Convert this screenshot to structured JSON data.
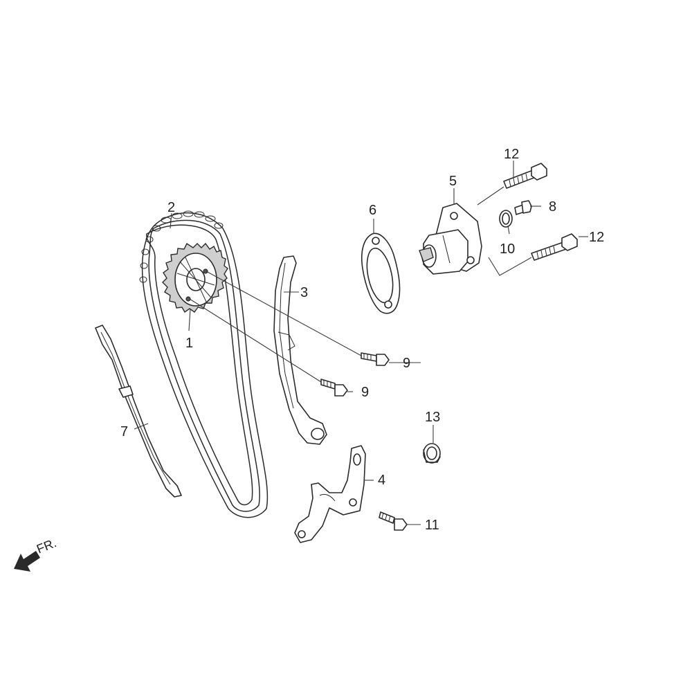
{
  "callouts": [
    {
      "id": "1",
      "part": "cam-sprocket"
    },
    {
      "id": "2",
      "part": "cam-chain"
    },
    {
      "id": "3",
      "part": "chain-tensioner-arm"
    },
    {
      "id": "4",
      "part": "tensioner-bracket"
    },
    {
      "id": "5",
      "part": "cam-chain-tensioner-lifter"
    },
    {
      "id": "6",
      "part": "lifter-gasket"
    },
    {
      "id": "7",
      "part": "chain-guide"
    },
    {
      "id": "8",
      "part": "sealing-bolt"
    },
    {
      "id": "9a",
      "label": "9",
      "part": "sprocket-bolt"
    },
    {
      "id": "9b",
      "label": "9",
      "part": "sprocket-bolt"
    },
    {
      "id": "10",
      "part": "o-ring"
    },
    {
      "id": "11",
      "part": "bracket-bolt"
    },
    {
      "id": "12a",
      "label": "12",
      "part": "lifter-bolt"
    },
    {
      "id": "12b",
      "label": "12",
      "part": "lifter-bolt"
    },
    {
      "id": "13",
      "part": "pivot-collar"
    }
  ],
  "labels": {
    "c1": "1",
    "c2": "2",
    "c3": "3",
    "c4": "4",
    "c5": "5",
    "c6": "6",
    "c7": "7",
    "c8": "8",
    "c9a": "9",
    "c9b": "9",
    "c10": "10",
    "c11": "11",
    "c12a": "12",
    "c12b": "12",
    "c13": "13"
  },
  "orientation": {
    "text": "FR.",
    "icon": "front-direction-arrow-icon"
  },
  "colors": {
    "line": "#2a2a2a",
    "background": "#ffffff"
  }
}
